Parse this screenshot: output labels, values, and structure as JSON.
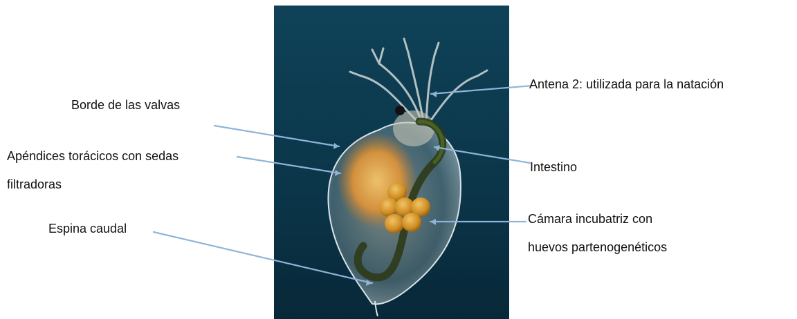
{
  "labels": {
    "borde": "Borde de las valvas",
    "apendices_1": "Apéndices torácicos con sedas",
    "apendices_2": "filtradoras",
    "espina": "Espina caudal",
    "antena": "Antena 2: utilizada para la natación",
    "intestino": "Intestino",
    "camara_1": "Cámara incubatriz con",
    "camara_2": "huevos partenogenéticos"
  },
  "colors": {
    "water_top": "#0d3b4f",
    "water_bottom": "#07283a",
    "leader_line": "#8fb4d9",
    "body_shell": "#d9c9a8",
    "egg": "#d79a2c",
    "gut": "#2f3a1c"
  }
}
